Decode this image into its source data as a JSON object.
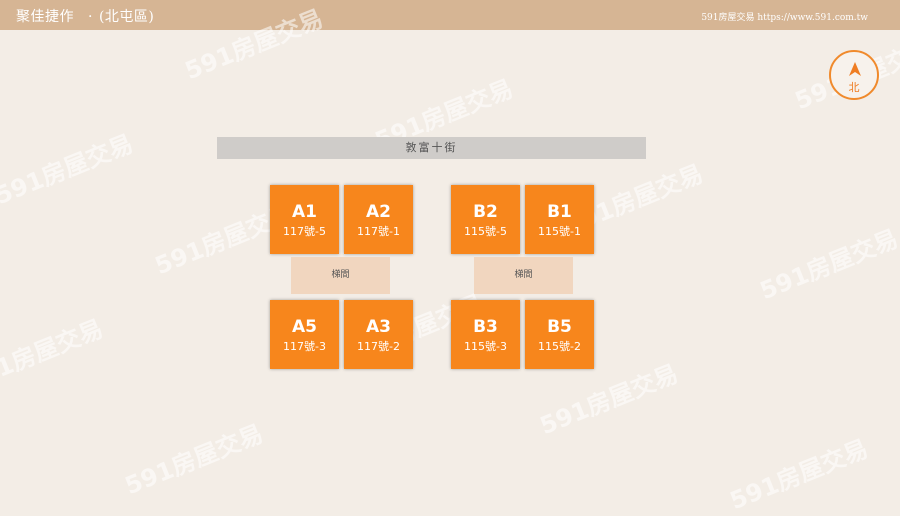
{
  "header": {
    "title": "聚佳捷作",
    "separator": "·",
    "district": "(北屯區)",
    "site_credit": "591房屋交易 https://www.591.com.tw"
  },
  "compass": {
    "label": "北",
    "icon": "north-arrow-icon",
    "color": "#f08a2c"
  },
  "street": {
    "name": "敦富十街"
  },
  "stairs": {
    "label": "梯間"
  },
  "units": [
    {
      "code": "A1",
      "address": "117號-5"
    },
    {
      "code": "A2",
      "address": "117號-1"
    },
    {
      "code": "A5",
      "address": "117號-3"
    },
    {
      "code": "A3",
      "address": "117號-2"
    },
    {
      "code": "B2",
      "address": "115號-5"
    },
    {
      "code": "B1",
      "address": "115號-1"
    },
    {
      "code": "B3",
      "address": "115號-3"
    },
    {
      "code": "B5",
      "address": "115號-2"
    }
  ],
  "watermark": {
    "text": "591房屋交易"
  },
  "colors": {
    "header": "#d6b594",
    "unit": "#f7861c",
    "stairs": "#f1d6bf",
    "street": "#cfccc9",
    "background": "#f3ede6"
  }
}
